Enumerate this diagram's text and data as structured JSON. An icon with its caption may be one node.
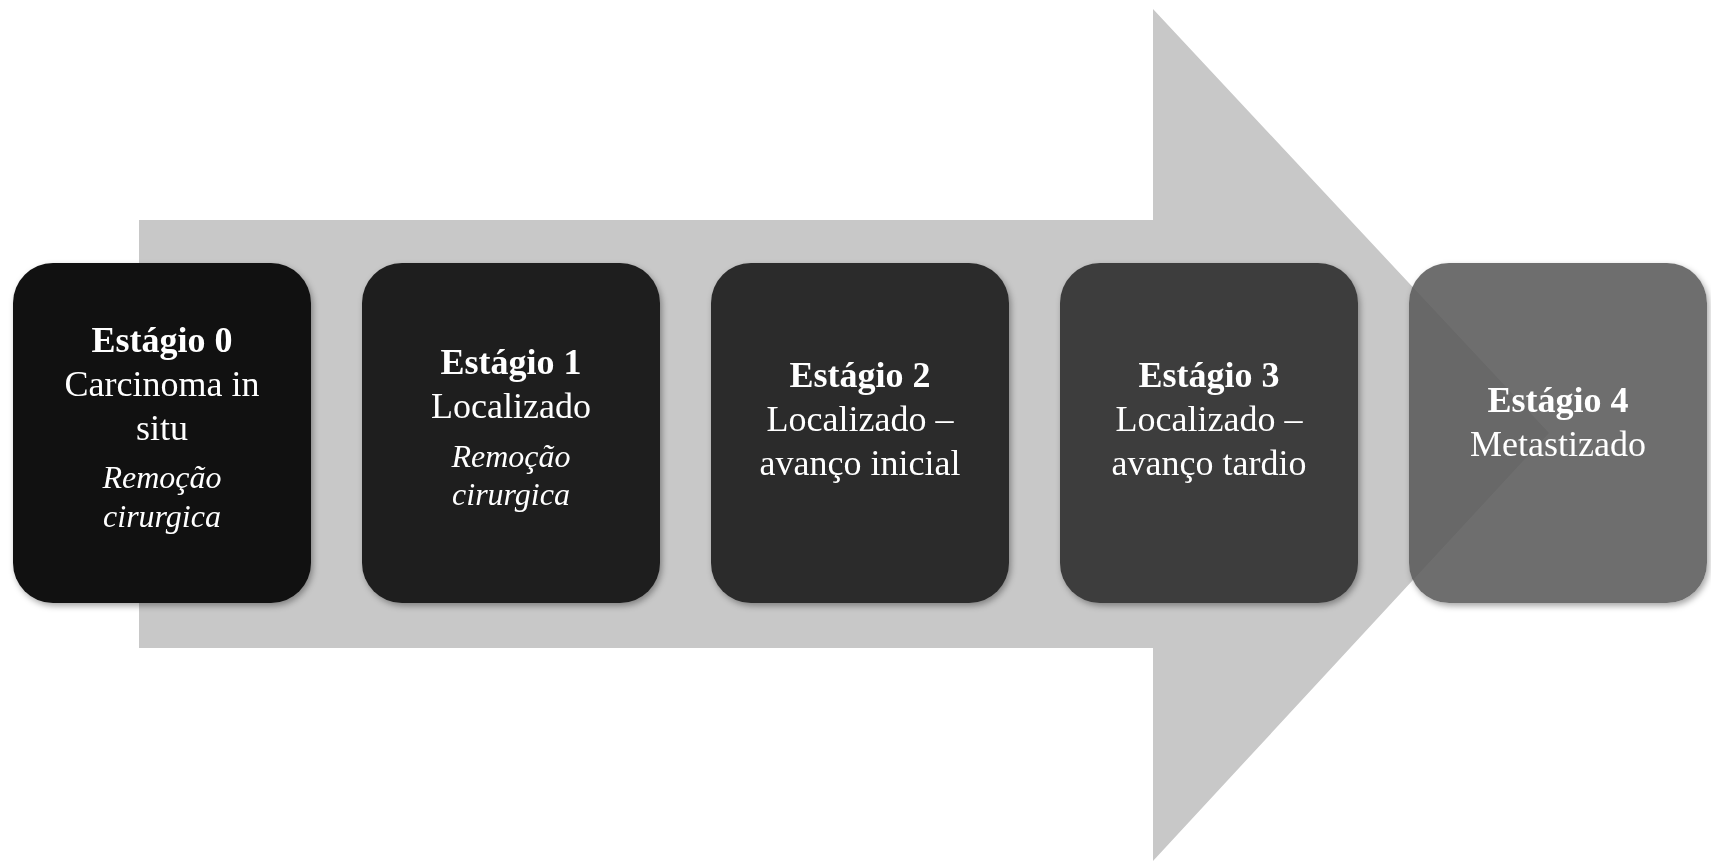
{
  "diagram": {
    "nodes": [
      {
        "text": [
          "Estágio 0",
          "Carcinoma in situ",
          "Remoção cirurgica"
        ]
      },
      {
        "text": [
          "Estágio 1",
          "Localizado",
          "Remoção cirurgica"
        ]
      },
      {
        "text": [
          "Estágio 2",
          "Localizado – avanço inicial"
        ]
      },
      {
        "text": [
          "Estágio 3",
          "Localizado – avanço tardio"
        ]
      },
      {
        "text": [
          "Estágio 4",
          "Metastizado"
        ]
      }
    ],
    "edges": [
      {
        "from": 0,
        "to": 4,
        "arrow": "to"
      }
    ]
  }
}
